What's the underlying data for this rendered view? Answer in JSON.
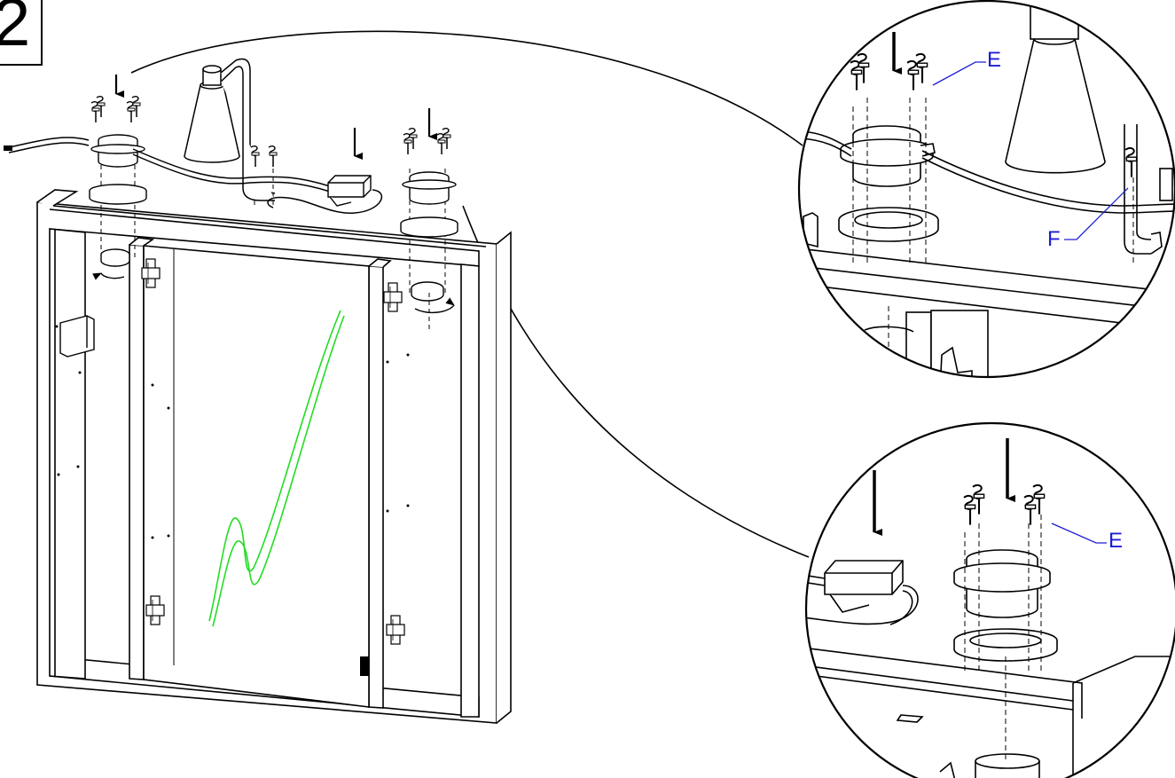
{
  "step": {
    "number": "2"
  },
  "callouts": {
    "top_detail_e": "E",
    "top_detail_f": "F",
    "bottom_detail_e": "E"
  },
  "colors": {
    "line": "#000000",
    "callout": "#1d1dd6",
    "glass_mark": "#22dd22",
    "background": "#ffffff"
  },
  "icons": [
    "down-arrow-icon",
    "rotate-arrow-icon",
    "screw-icon",
    "hinge-icon"
  ]
}
